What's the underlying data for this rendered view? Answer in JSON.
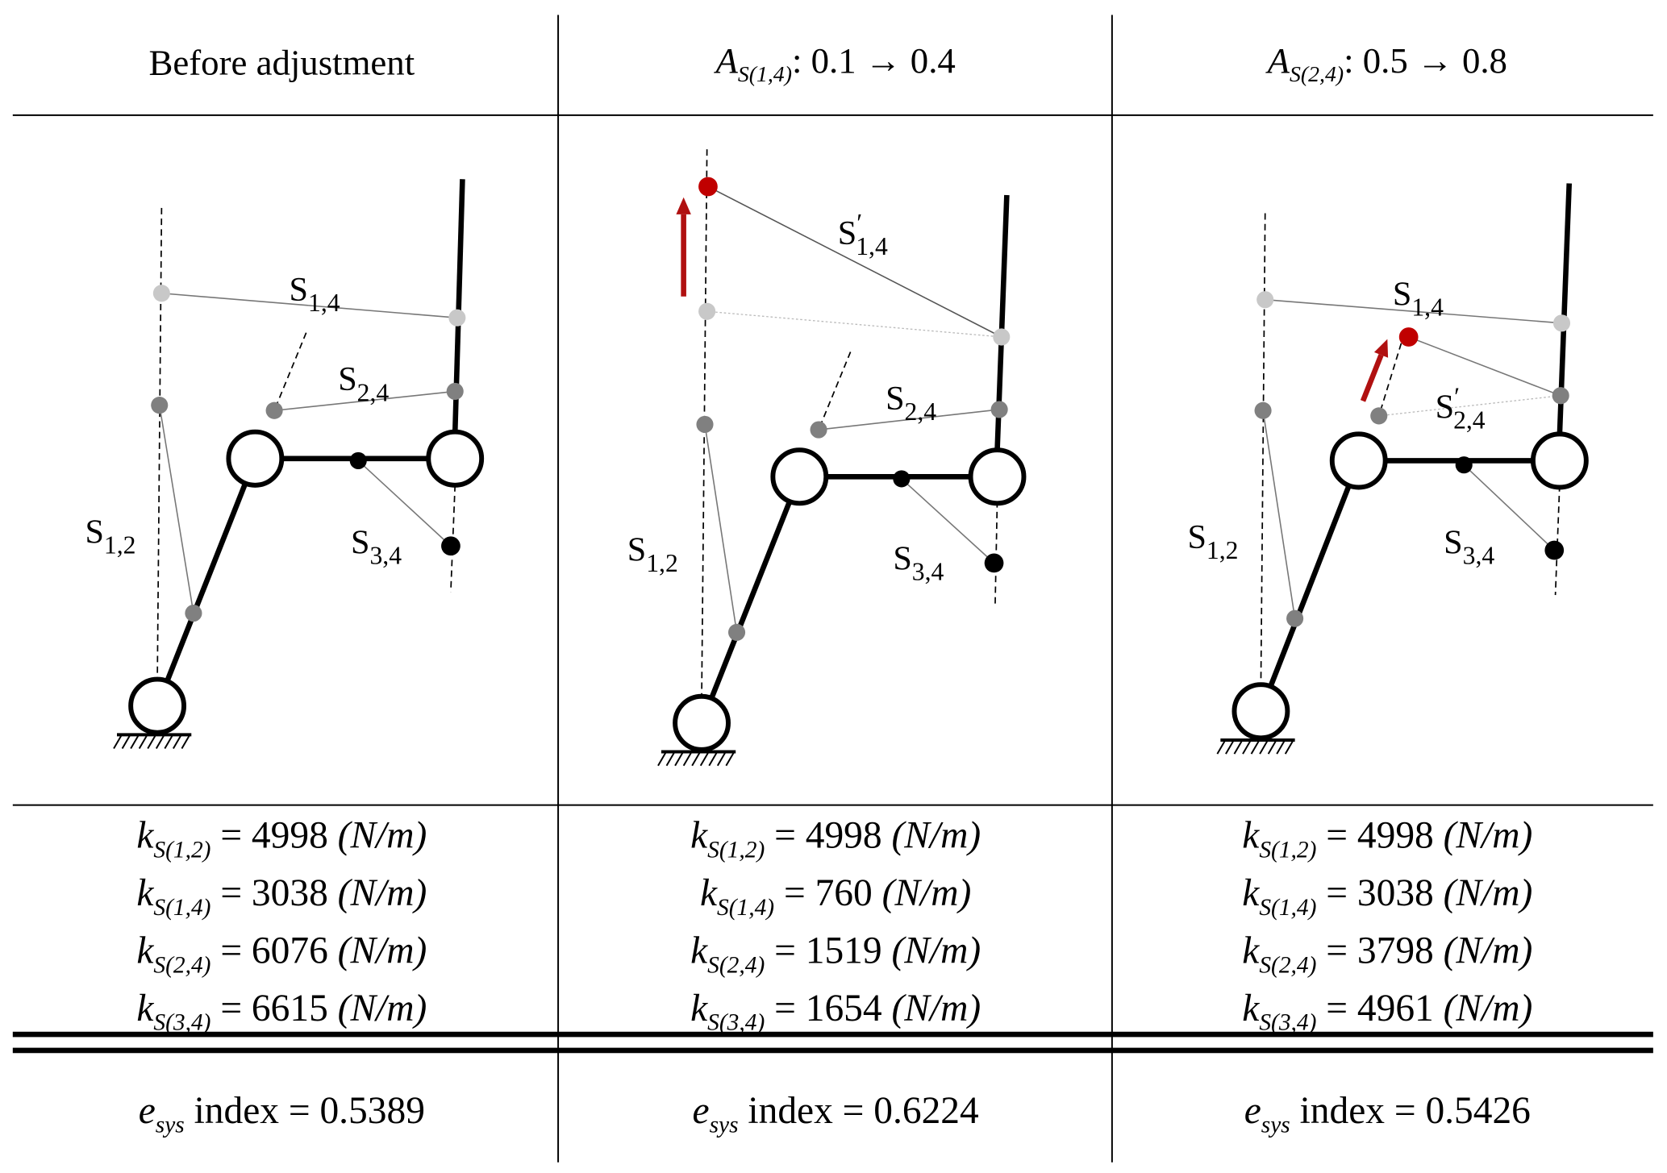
{
  "columns": [
    {
      "header": {
        "text": "Before adjustment"
      },
      "labels": [
        {
          "id": "s14",
          "main": "S",
          "prime": "",
          "sub": "1,4"
        },
        {
          "id": "s24",
          "main": "S",
          "prime": "",
          "sub": "2,4"
        },
        {
          "id": "s12",
          "main": "S",
          "prime": "",
          "sub": "1,2"
        },
        {
          "id": "s34",
          "main": "S",
          "prime": "",
          "sub": "3,4"
        }
      ],
      "springs": [
        {
          "var": "k",
          "sub": "S(1,2)",
          "eq": " = 4998 ",
          "unit": "(N/m)"
        },
        {
          "var": "k",
          "sub": "S(1,4)",
          "eq": " = 3038 ",
          "unit": "(N/m)"
        },
        {
          "var": "k",
          "sub": "S(2,4)",
          "eq": " = 6076 ",
          "unit": "(N/m)"
        },
        {
          "var": "k",
          "sub": "S(3,4)",
          "eq": " = 6615 ",
          "unit": "(N/m)"
        }
      ],
      "esys": {
        "var": "e",
        "sub": "sys",
        "rest": " index = 0.5389"
      }
    },
    {
      "header": {
        "var": "A",
        "sub": "S(1,4)",
        "rest": ": 0.1 → 0.4"
      },
      "labels": [
        {
          "id": "s14",
          "main": "S",
          "prime": "′",
          "sub": "1,4"
        },
        {
          "id": "s24",
          "main": "S",
          "prime": "",
          "sub": "2,4"
        },
        {
          "id": "s12",
          "main": "S",
          "prime": "",
          "sub": "1,2"
        },
        {
          "id": "s34",
          "main": "S",
          "prime": "",
          "sub": "3,4"
        }
      ],
      "springs": [
        {
          "var": "k",
          "sub": "S(1,2)",
          "eq": " = 4998 ",
          "unit": "(N/m)"
        },
        {
          "var": "k",
          "sub": "S(1,4)",
          "eq": " = 760 ",
          "unit": "(N/m)"
        },
        {
          "var": "k",
          "sub": "S(2,4)",
          "eq": " = 1519 ",
          "unit": "(N/m)"
        },
        {
          "var": "k",
          "sub": "S(3,4)",
          "eq": " = 1654 ",
          "unit": "(N/m)"
        }
      ],
      "esys": {
        "var": "e",
        "sub": "sys",
        "rest": " index = 0.6224"
      }
    },
    {
      "header": {
        "var": "A",
        "sub": "S(2,4)",
        "rest": ": 0.5 → 0.8"
      },
      "labels": [
        {
          "id": "s14",
          "main": "S",
          "prime": "",
          "sub": "1,4"
        },
        {
          "id": "s24",
          "main": "S",
          "prime": "′",
          "sub": "2,4"
        },
        {
          "id": "s12",
          "main": "S",
          "prime": "",
          "sub": "1,2"
        },
        {
          "id": "s34",
          "main": "S",
          "prime": "",
          "sub": "3,4"
        }
      ],
      "springs": [
        {
          "var": "k",
          "sub": "S(1,2)",
          "eq": " = 4998 ",
          "unit": "(N/m)"
        },
        {
          "var": "k",
          "sub": "S(1,4)",
          "eq": " = 3038 ",
          "unit": "(N/m)"
        },
        {
          "var": "k",
          "sub": "S(2,4)",
          "eq": " = 3798 ",
          "unit": "(N/m)"
        },
        {
          "var": "k",
          "sub": "S(3,4)",
          "eq": " = 4961 ",
          "unit": "(N/m)"
        }
      ],
      "esys": {
        "var": "e",
        "sub": "sys",
        "rest": " index = 0.5426"
      }
    }
  ],
  "colors": {
    "adjusted_point": "#c00000",
    "arrow": "#b01010",
    "light_point": "#c8c8c8",
    "mid_point": "#808080",
    "link": "#000000"
  }
}
